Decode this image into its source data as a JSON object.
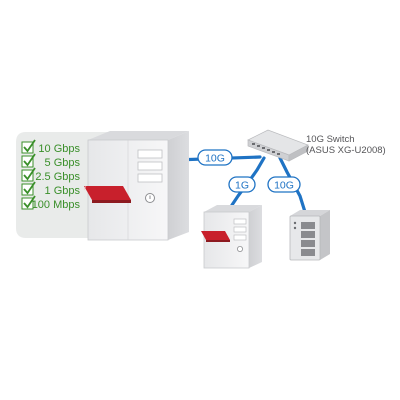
{
  "speeds": [
    {
      "label": "10 Gbps",
      "icon": "checkmark-icon"
    },
    {
      "label": "5 Gbps",
      "icon": "checkmark-icon"
    },
    {
      "label": "2.5 Gbps",
      "icon": "checkmark-icon"
    },
    {
      "label": "1 Gbps",
      "icon": "checkmark-icon"
    },
    {
      "label": "100 Mbps",
      "icon": "checkmark-icon"
    }
  ],
  "switch": {
    "title": "10G Switch",
    "model": "(ASUS XG-U2008)"
  },
  "links": {
    "main_pc": "10G",
    "small_pc": "1G",
    "nas": "10G"
  },
  "colors": {
    "cable": "#1f73c4",
    "check": "#3a8f2a",
    "speed_panel": "#e9ebea",
    "nic_card": "#c8202c"
  },
  "icons": {
    "main_pc": "tower-pc-icon",
    "small_pc": "tower-pc-icon",
    "switch": "network-switch-icon",
    "nas": "nas-storage-icon",
    "nic": "network-card-icon"
  }
}
